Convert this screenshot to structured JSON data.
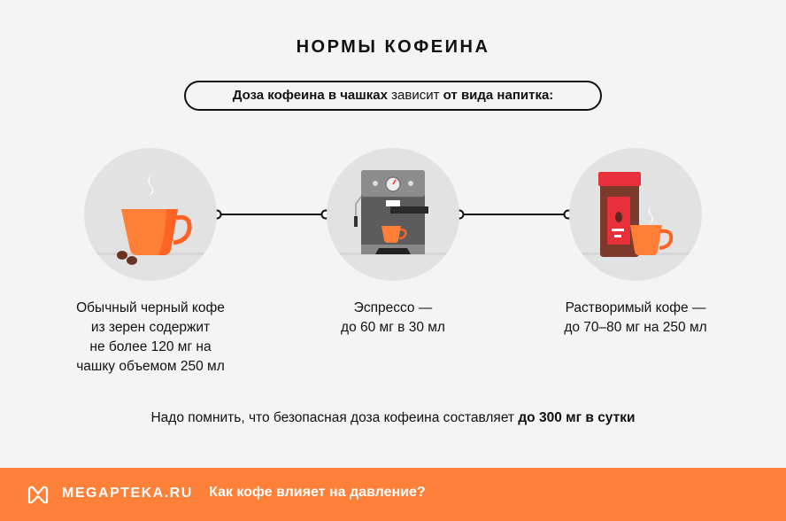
{
  "title": "НОРМЫ КОФЕИНА",
  "subtitle": {
    "bold1": "Доза кофеина в чашках",
    "normal": " зависит ",
    "bold2": "от вида напитка:"
  },
  "items": [
    {
      "icon": "coffee-cup-icon",
      "caption_lines": [
        "Обычный черный кофе",
        "из зерен содержит",
        "не более 120 мг на",
        "чашку объемом 250 мл"
      ]
    },
    {
      "icon": "espresso-machine-icon",
      "caption_lines": [
        "Эспрессо —",
        "до 60 мг в 30 мл"
      ]
    },
    {
      "icon": "instant-coffee-jar-icon",
      "caption_lines": [
        "Растворимый кофе —",
        "до 70–80 мг на 250 мл"
      ]
    }
  ],
  "note": {
    "normal": "Надо помнить, что безопасная доза кофеина составляет ",
    "bold": "до 300 мг в сутки"
  },
  "footer": {
    "brand": "MEGAPTEKA.RU",
    "link": "Как кофе влияет на давление?"
  },
  "colors": {
    "accent": "#ff8038",
    "background": "#f4f4f4",
    "circle": "#e2e2e2"
  }
}
